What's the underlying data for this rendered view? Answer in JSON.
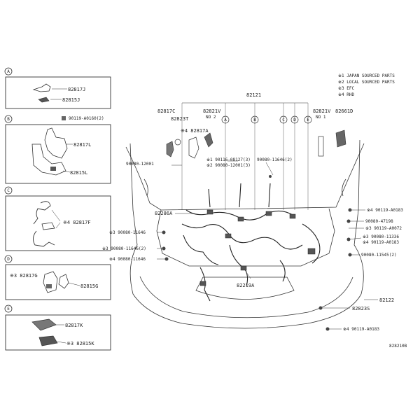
{
  "legend": [
    "※1 JAPAN SOURCED PARTS",
    "※2 LOCAL SOURCED PARTS",
    "※3 EFC",
    "※4 RHD"
  ],
  "sections": [
    {
      "letter": "A",
      "labels": [
        "82817J",
        "82815J"
      ]
    },
    {
      "letter": "B",
      "labels": [
        "82817L",
        "82815L"
      ]
    },
    {
      "letter": "C",
      "labels": [
        "※4 82817F"
      ]
    },
    {
      "letter": "D",
      "labels": [
        "※3 82817G",
        "82815G"
      ]
    },
    {
      "letter": "E",
      "labels": [
        "82817K",
        "※3 82815K"
      ]
    }
  ],
  "top_part": "82121",
  "top_callouts": [
    "82817C",
    "82821V",
    "82821V",
    "82661D"
  ],
  "top_notes": [
    "NO 2",
    "NO 1"
  ],
  "circle_letters": [
    "A",
    "B",
    "C",
    "D",
    "E"
  ],
  "parts": {
    "p82823T": "82823T",
    "p82817A": "※4 82817A",
    "p90119top": "90119-A0160(2)",
    "p90080_12001": "90080-12001",
    "p90116": "※1 90116-08127(3)",
    "p90080_12001_3": "※2 90080-12001(3)",
    "p90080_11646_2": "90080-11646(2)",
    "p82286A": "82286A",
    "p90080_11646_l1": "※3 90080-11646",
    "p90080_11646_l2": "※3 90080-11646(2)",
    "p90080_11646_l3": "※4 90080-11646",
    "p82219A": "82219A",
    "p90119_A0183_r": "※4 90119-A0183",
    "p90080_47198": "90080-47198",
    "p90119_A0072": "※3 90119-A0072",
    "p90080_11336": "※3 90080-11336",
    "p90119_A0183_r2": "※4 90119-A0183",
    "p90080_11545": "90080-11545(2)",
    "p82122": "82122",
    "p82823S": "82823S",
    "p90119_A0183_b": "※4 90119-A0183"
  },
  "figure_id": "828210B"
}
